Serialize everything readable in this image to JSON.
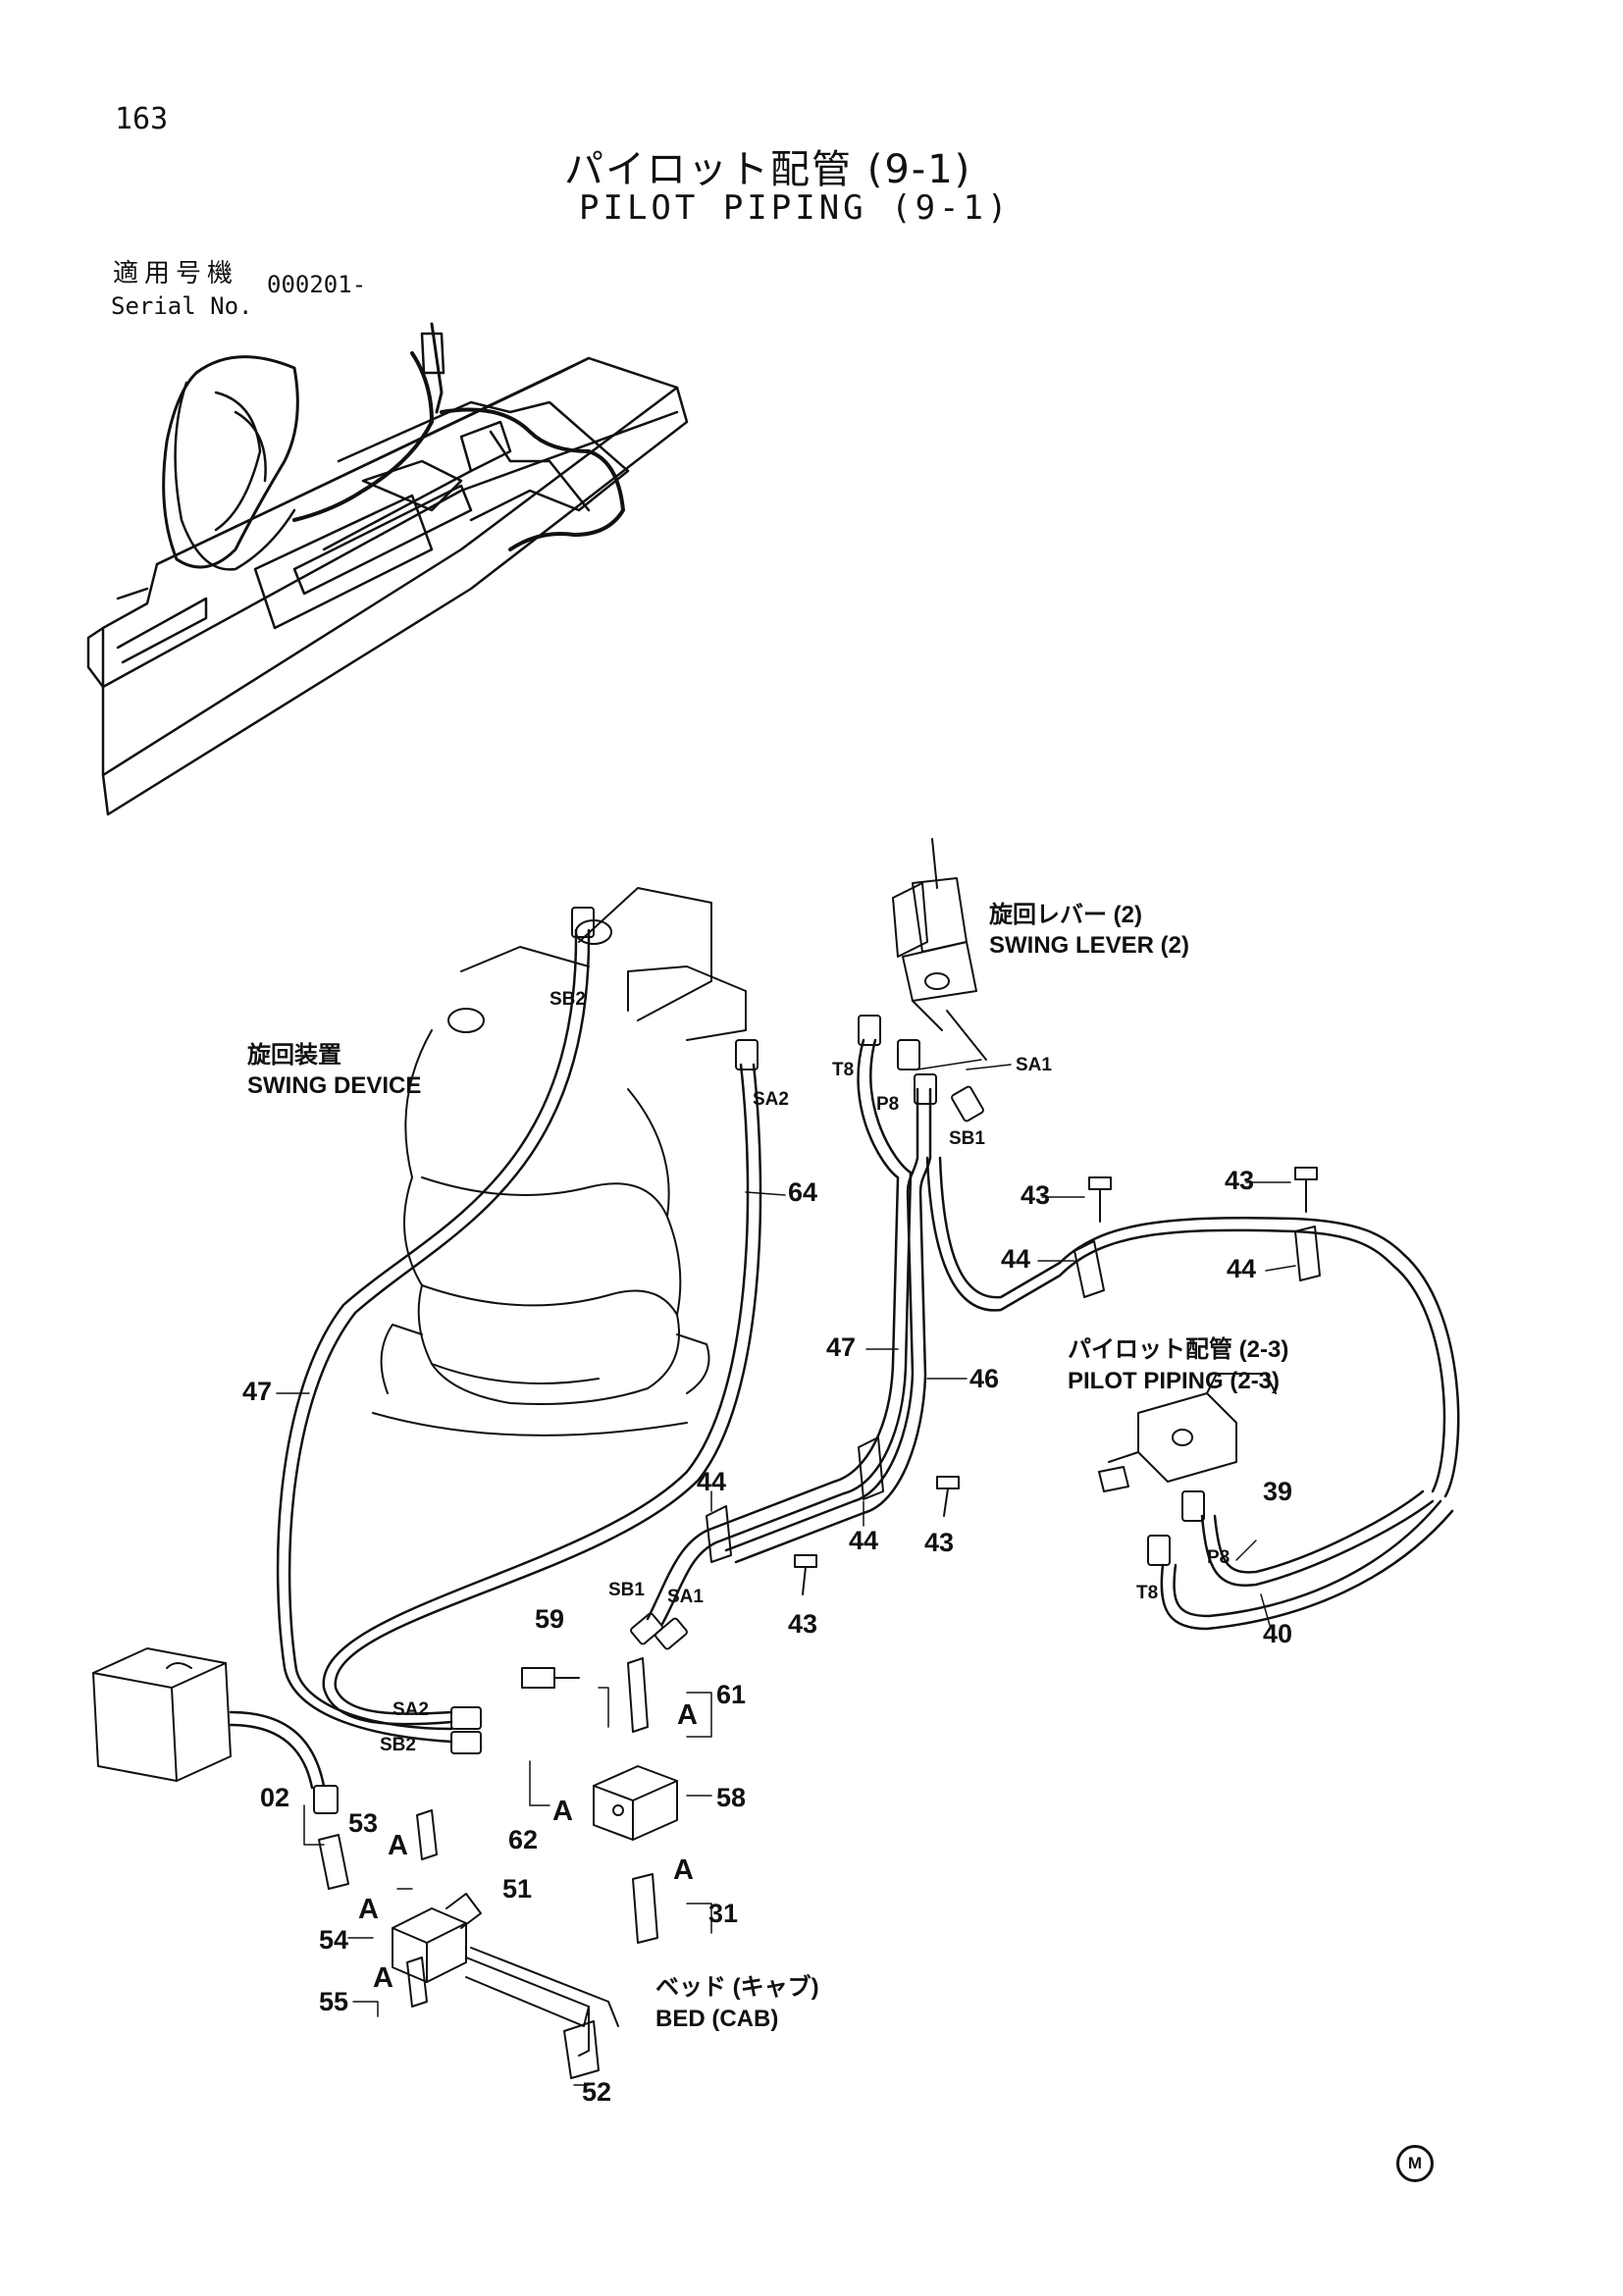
{
  "page": {
    "number": "163",
    "mark": "M"
  },
  "title": {
    "jp": "パイロット配管 (9-1)",
    "en": "PILOT PIPING (9-1)"
  },
  "serial": {
    "jp_label": "適用号機",
    "en_label": "Serial No.",
    "value": "000201-"
  },
  "labels": {
    "swing_lever_jp": "旋回レバー (2)",
    "swing_lever_en": "SWING LEVER (2)",
    "swing_device_jp": "旋回装置",
    "swing_device_en": "SWING DEVICE",
    "pilot_piping_jp": "パイロット配管 (2-3)",
    "pilot_piping_en": "PILOT PIPING (2-3)",
    "bed_jp": "ベッド (キャブ)",
    "bed_en": "BED (CAB)"
  },
  "ports": {
    "sb2": "SB2",
    "sa2": "SA2",
    "t8": "T8",
    "p8": "P8",
    "sa1": "SA1",
    "sb1": "SB1"
  },
  "callouts": {
    "c64": "64",
    "c47": "47",
    "c46": "46",
    "c43": "43",
    "c44": "44",
    "c39": "39",
    "c40": "40",
    "c59": "59",
    "c61": "61",
    "c58": "58",
    "c62": "62",
    "c02": "02",
    "c53": "53",
    "c51": "51",
    "c54": "54",
    "c55": "55",
    "c52": "52",
    "c31": "31"
  },
  "marks": {
    "a": "A"
  }
}
